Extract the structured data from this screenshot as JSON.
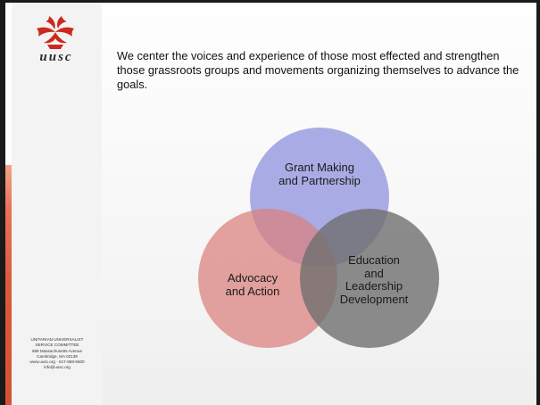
{
  "logo": {
    "text": "uusc",
    "icon": "uusc-flaming-chalice-logo"
  },
  "statement": "We center the voices and experience of those most effected and strengthen those grassroots groups and movements organizing themselves to advance the goals.",
  "org_info": {
    "name_line1": "UNITARIAN UNIVERSALIST",
    "name_line2": "SERVICE COMMITTEE",
    "address1": "689 Massachusetts Avenue",
    "address2": "Cambridge, MA 02139",
    "contact": "www.uusc.org · 617-868-6600",
    "email": "info@uusc.org"
  },
  "venn": {
    "circles": [
      {
        "id": "grant",
        "line1": "Grant Making",
        "line2": "and Partnership",
        "color": "#a4a8e3"
      },
      {
        "id": "advocacy",
        "line1": "Advocacy",
        "line2": "and Action",
        "color": "#d97f7c"
      },
      {
        "id": "education",
        "line1": "Education",
        "line2": "and",
        "line3": "Leadership",
        "line4": "Development",
        "color": "#6f6f6f"
      }
    ]
  },
  "colors": {
    "accent": "#dc5a3c",
    "frame": "#1a1a1a",
    "sidebar": "#f3f3f3"
  }
}
